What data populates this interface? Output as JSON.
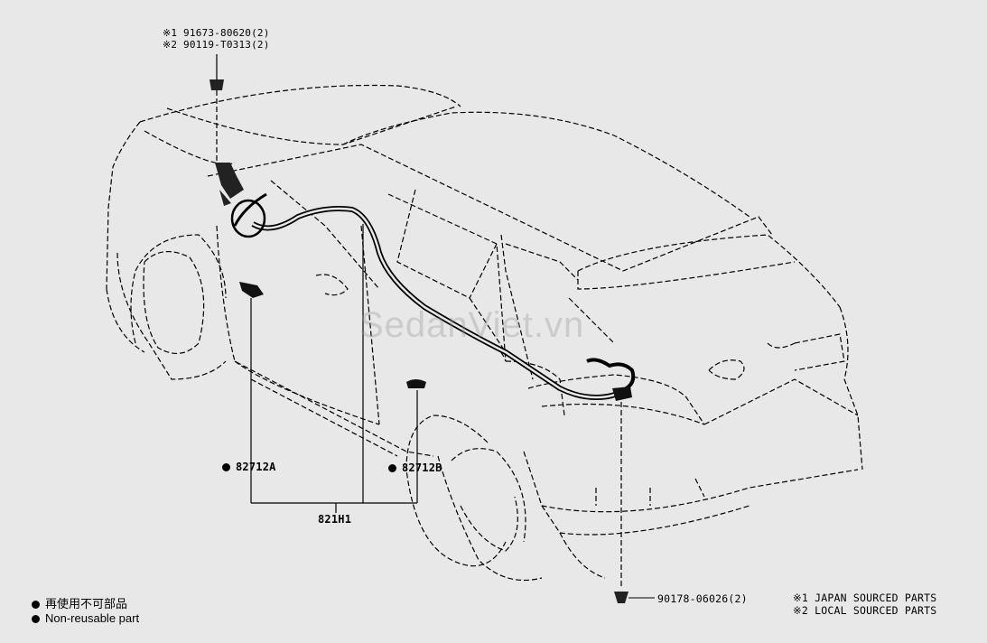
{
  "callouts": {
    "top_line1": "※1 91673-80620(2)",
    "top_line2": "※2 90119-T0313(2)",
    "bottom_part": "90178-06026(2)",
    "part_a": "82712A",
    "part_b": "82712B",
    "harness": "821H1"
  },
  "legend": {
    "jp_non_reusable": "再使用不可部品",
    "en_non_reusable": "Non-reusable part"
  },
  "notes": {
    "note1": "※1 JAPAN SOURCED PARTS",
    "note2": "※2 LOCAL SOURCED PARTS"
  },
  "watermark": "SedanViet.vn"
}
